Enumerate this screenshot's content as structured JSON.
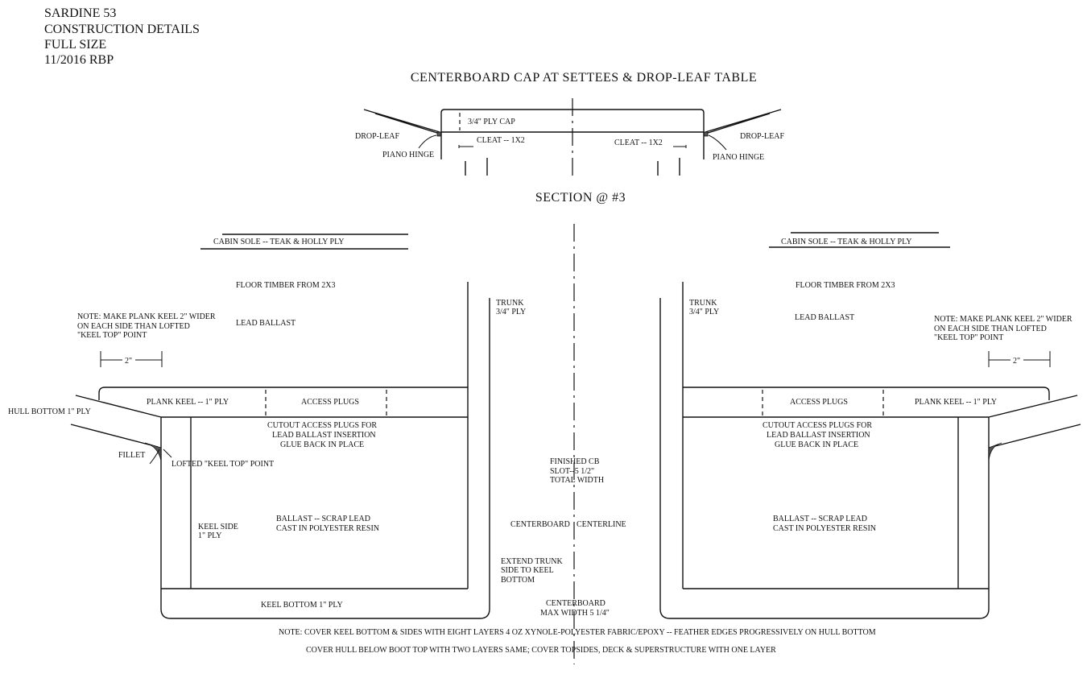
{
  "header": {
    "line1": "SARDINE 53",
    "line2": "CONSTRUCTION DETAILS",
    "line3": "FULL SIZE",
    "line4": "11/2016 RBP"
  },
  "cap_detail": {
    "title": "CENTERBOARD CAP AT SETTEES & DROP-LEAF TABLE",
    "ply_cap": "3/4\" PLY CAP",
    "drop_leaf_left": "DROP-LEAF",
    "drop_leaf_right": "DROP-LEAF",
    "hinge_left": "PIANO HINGE",
    "hinge_right": "PIANO HINGE",
    "cleat_left": "CLEAT -- 1X2",
    "cleat_right": "CLEAT -- 1X2"
  },
  "section": {
    "title": "SECTION @ #3",
    "cabin_sole_left": "CABIN SOLE -- TEAK & HOLLY PLY",
    "cabin_sole_right": "CABIN SOLE -- TEAK & HOLLY PLY",
    "floor_timber_left": "FLOOR TIMBER FROM 2X3",
    "floor_timber_right": "FLOOR TIMBER FROM 2X3",
    "lead_ballast_left": "LEAD BALLAST",
    "lead_ballast_right": "LEAD BALLAST",
    "trunk_left_1": "TRUNK",
    "trunk_left_2": "3/4\" PLY",
    "trunk_right_1": "TRUNK",
    "trunk_right_2": "3/4\" PLY",
    "note_left_1": "NOTE: MAKE PLANK KEEL 2\" WIDER",
    "note_left_2": "ON EACH SIDE THAN LOFTED",
    "note_left_3": "\"KEEL TOP\" POINT",
    "note_right_1": "NOTE: MAKE PLANK KEEL 2\" WIDER",
    "note_right_2": "ON EACH SIDE THAN LOFTED",
    "note_right_3": "\"KEEL TOP\" POINT",
    "dim_left": "2\"",
    "dim_right": "2\"",
    "plank_keel_left": "PLANK KEEL -- 1\" PLY",
    "plank_keel_right": "PLANK KEEL -- 1\" PLY",
    "access_plugs_left": "ACCESS PLUGS",
    "access_plugs_right": "ACCESS PLUGS",
    "hull_bottom": "HULL BOTTOM 1\" PLY",
    "cutout_left_1": "CUTOUT ACCESS PLUGS FOR",
    "cutout_left_2": "LEAD BALLAST INSERTION",
    "cutout_left_3": "GLUE BACK IN PLACE",
    "cutout_right_1": "CUTOUT ACCESS PLUGS FOR",
    "cutout_right_2": "LEAD BALLAST INSERTION",
    "cutout_right_3": "GLUE BACK IN PLACE",
    "fillet": "FILLET",
    "lofted_point": "LOFTED \"KEEL TOP\" POINT",
    "cb_slot_1": "FINISHED CB",
    "cb_slot_2": "SLOT--5 1/2\"",
    "cb_slot_3": "TOTAL WIDTH",
    "keel_side_1": "KEEL SIDE",
    "keel_side_2": "1\" PLY",
    "ballast_left_1": "BALLAST -- SCRAP LEAD",
    "ballast_left_2": "CAST IN POLYESTER RESIN",
    "ballast_right_1": "BALLAST -- SCRAP LEAD",
    "ballast_right_2": "CAST IN POLYESTER RESIN",
    "centerboard": "CENTERBOARD",
    "centerline": "CENTERLINE",
    "extend_1": "EXTEND TRUNK",
    "extend_2": "SIDE TO KEEL",
    "extend_3": "BOTTOM",
    "keel_bottom": "KEEL BOTTOM 1\" PLY",
    "cb_width_1": "CENTERBOARD",
    "cb_width_2": "MAX WIDTH 5 1/4\""
  },
  "notes": {
    "note1": "NOTE: COVER KEEL BOTTOM & SIDES WITH EIGHT LAYERS 4 OZ XYNOLE-POLYESTER FABRIC/EPOXY -- FEATHER EDGES PROGRESSIVELY ON HULL BOTTOM",
    "note2": "COVER HULL BELOW BOOT TOP WITH TWO LAYERS SAME;  COVER TOPSIDES, DECK & SUPERSTRUCTURE WITH ONE LAYER"
  }
}
